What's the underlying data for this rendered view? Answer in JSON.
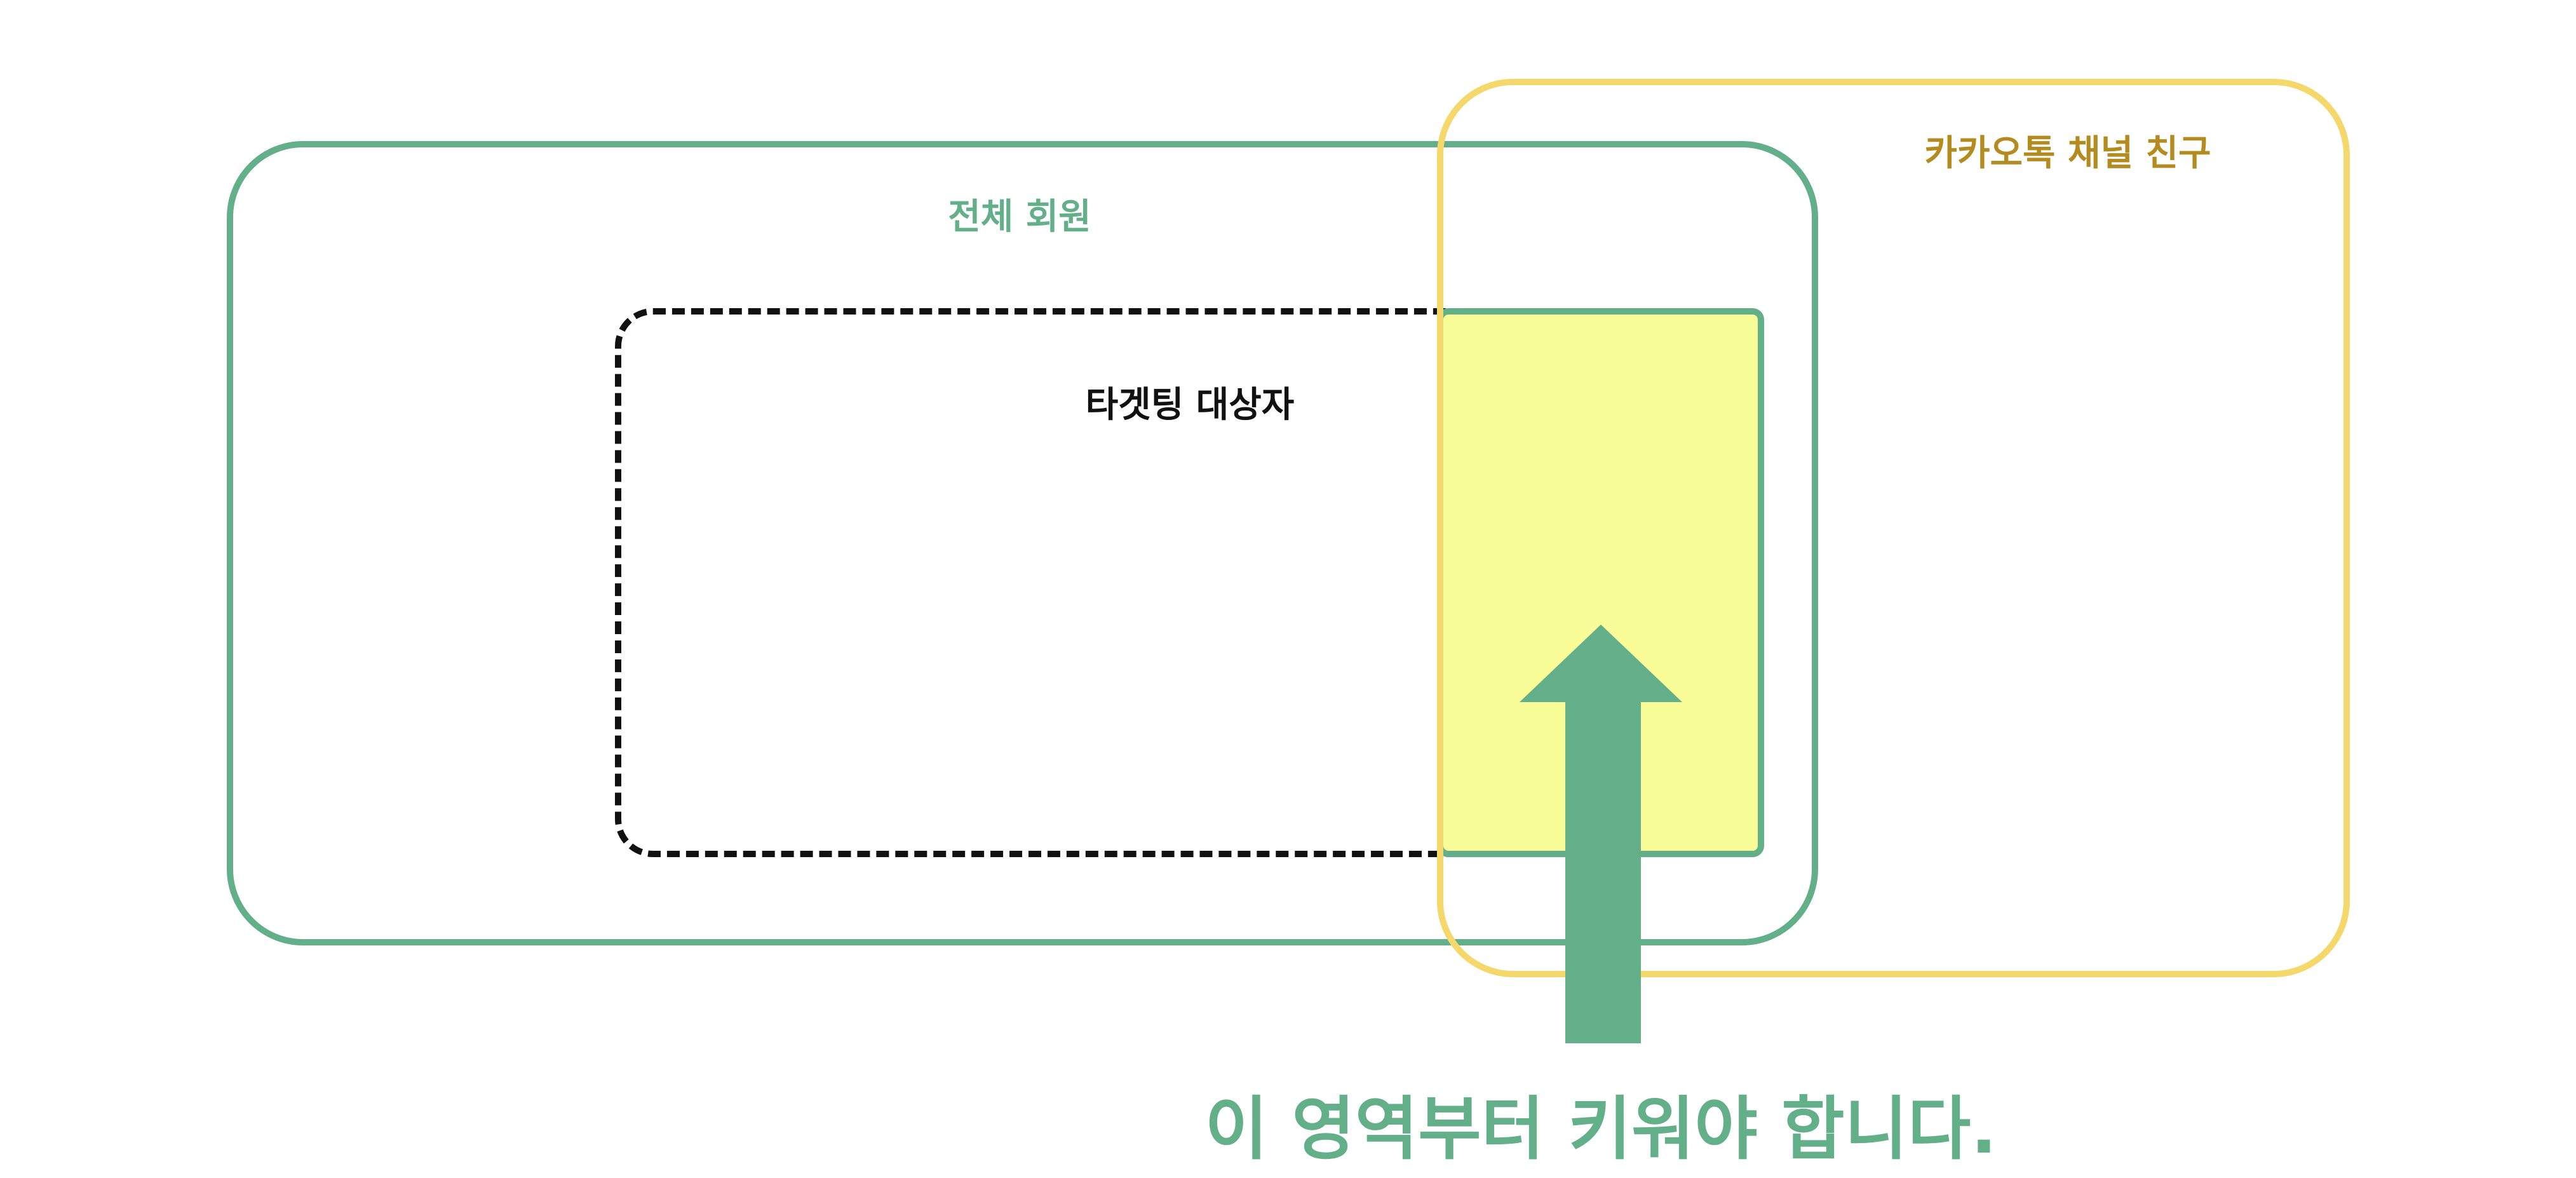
{
  "diagram": {
    "all_members_label": "전체 회원",
    "kakao_friends_label": "카카오톡 채널 친구",
    "target_label": "타겟팅 대상자",
    "caption": "이 영역부터 키워야 합니다."
  },
  "colors": {
    "green": "#63af89",
    "yellow_border": "#f5d86b",
    "yellow_fill": "#f9fd97",
    "gold_text": "#b38b1e",
    "black": "#111111"
  }
}
